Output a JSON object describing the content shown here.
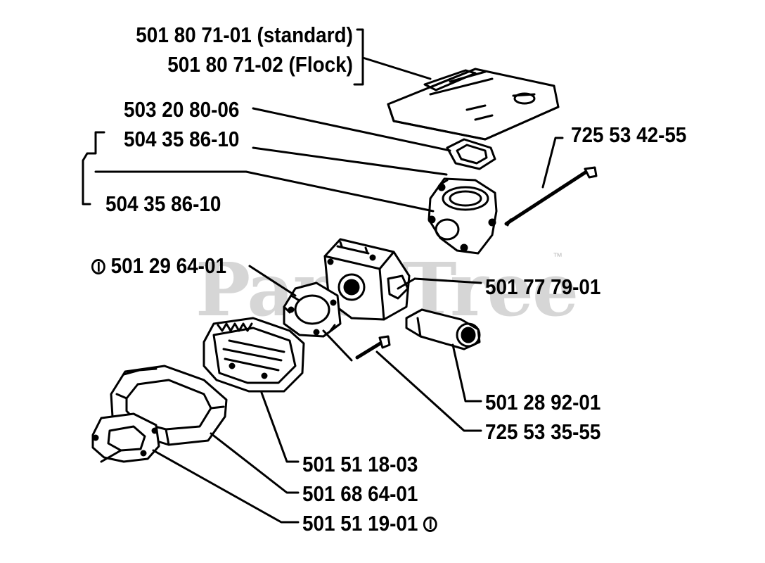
{
  "watermark": {
    "text": "PartsTree",
    "tm": "™"
  },
  "parts": {
    "housing_cover_std": "501 80 71-01 (standard)",
    "housing_cover_flock": "501 80 71-02 (Flock)",
    "gasket_top": "503 20 80-06",
    "intake_upper": "504 35 86-10",
    "intake_lower": "504 35 86-10",
    "bolt_long": "725 53 42-55",
    "gasket_carb": "501 29 64-01",
    "carburetor": "501 77 79-01",
    "fuel_filter": "501 28 92-01",
    "bolt_short": "725 53 35-55",
    "air_filter": "501 51 18-03",
    "filter_frame": "501 68 64-01",
    "gasket_base": "501 51 19-01"
  }
}
